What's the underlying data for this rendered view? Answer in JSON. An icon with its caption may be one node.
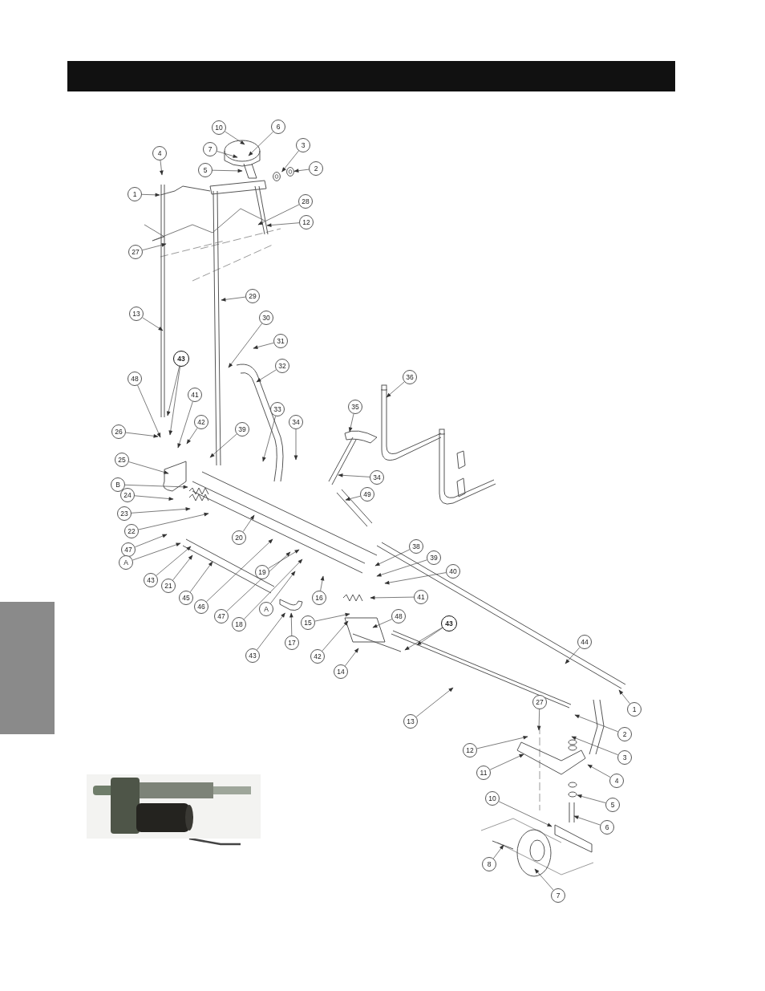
{
  "diagram": {
    "nodes": [
      {
        "text": [
          "10"
        ]
      },
      {
        "text": [
          "6"
        ]
      },
      {
        "text": [
          "3"
        ]
      },
      {
        "text": [
          "7"
        ]
      },
      {
        "text": [
          "4"
        ]
      },
      {
        "text": [
          "2"
        ]
      },
      {
        "text": [
          "5"
        ]
      },
      {
        "text": [
          "1"
        ]
      },
      {
        "text": [
          "28"
        ]
      },
      {
        "text": [
          "12"
        ]
      },
      {
        "text": [
          "27"
        ]
      },
      {
        "text": [
          "29"
        ]
      },
      {
        "text": [
          "13"
        ]
      },
      {
        "text": [
          "30"
        ]
      },
      {
        "text": [
          "31"
        ]
      },
      {
        "text": [
          "43"
        ]
      },
      {
        "text": [
          "32"
        ]
      },
      {
        "text": [
          "36"
        ]
      },
      {
        "text": [
          "48"
        ]
      },
      {
        "text": [
          "41"
        ]
      },
      {
        "text": [
          "35"
        ]
      },
      {
        "text": [
          "33"
        ]
      },
      {
        "text": [
          "34"
        ]
      },
      {
        "text": [
          "42"
        ]
      },
      {
        "text": [
          "39"
        ]
      },
      {
        "text": [
          "26"
        ]
      },
      {
        "text": [
          "25"
        ]
      },
      {
        "text": [
          "34"
        ]
      },
      {
        "text": [
          "B"
        ]
      },
      {
        "text": [
          "49"
        ]
      },
      {
        "text": [
          "24"
        ]
      },
      {
        "text": [
          "23"
        ]
      },
      {
        "text": [
          "22"
        ]
      },
      {
        "text": [
          "20"
        ]
      },
      {
        "text": [
          "38"
        ]
      },
      {
        "text": [
          "47"
        ]
      },
      {
        "text": [
          "39"
        ]
      },
      {
        "text": [
          "A"
        ]
      },
      {
        "text": [
          "40"
        ]
      },
      {
        "text": [
          "19"
        ]
      },
      {
        "text": [
          "43"
        ]
      },
      {
        "text": [
          "21"
        ]
      },
      {
        "text": [
          "45"
        ]
      },
      {
        "text": [
          "41"
        ]
      },
      {
        "text": [
          "16"
        ]
      },
      {
        "text": [
          "46"
        ]
      },
      {
        "text": [
          "A"
        ]
      },
      {
        "text": [
          "47"
        ]
      },
      {
        "text": [
          "48"
        ]
      },
      {
        "text": [
          "15"
        ]
      },
      {
        "text": [
          "43"
        ]
      },
      {
        "text": [
          "18"
        ]
      },
      {
        "text": [
          "44"
        ]
      },
      {
        "text": [
          "17"
        ]
      },
      {
        "text": [
          "43"
        ]
      },
      {
        "text": [
          "42"
        ]
      },
      {
        "text": [
          "14"
        ]
      },
      {
        "text": [
          "27"
        ]
      },
      {
        "text": [
          "1"
        ]
      },
      {
        "text": [
          "13"
        ]
      },
      {
        "text": [
          "2"
        ]
      },
      {
        "text": [
          "12"
        ]
      },
      {
        "text": [
          "3"
        ]
      },
      {
        "text": [
          "11"
        ]
      },
      {
        "text": [
          "4"
        ]
      },
      {
        "text": [
          "10"
        ]
      },
      {
        "text": [
          "5"
        ]
      },
      {
        "text": [
          "6"
        ]
      },
      {
        "text": [],
        "shape": "picture"
      },
      {
        "text": [
          "8"
        ]
      },
      {
        "text": [
          "7"
        ]
      },
      {
        "text": [],
        "shape": "bar"
      },
      {
        "text": [],
        "shape": "picture"
      },
      {
        "text": [],
        "shape": "picture"
      },
      {
        "text": [],
        "shape": "picture"
      }
    ],
    "edges": [
      {
        "from": 0,
        "to": null,
        "arrow": "to"
      },
      {
        "from": 1,
        "to": null,
        "arrow": "to"
      },
      {
        "from": 2,
        "to": 74,
        "arrow": "to"
      },
      {
        "from": 3,
        "to": null,
        "arrow": "to"
      },
      {
        "from": 4,
        "to": null,
        "arrow": "to"
      },
      {
        "from": 5,
        "to": 73,
        "arrow": "to"
      },
      {
        "from": 6,
        "to": null,
        "arrow": "to"
      },
      {
        "from": 7,
        "to": null,
        "arrow": "to"
      },
      {
        "from": 8,
        "to": null,
        "arrow": "to"
      },
      {
        "from": 9,
        "to": null,
        "arrow": "to"
      },
      {
        "from": 10,
        "to": null,
        "arrow": "to"
      },
      {
        "from": 11,
        "to": null,
        "arrow": "to"
      },
      {
        "from": 12,
        "to": null,
        "arrow": "to"
      },
      {
        "from": 13,
        "to": null,
        "arrow": "to"
      },
      {
        "from": 14,
        "to": null,
        "arrow": "to"
      },
      {
        "from": 15,
        "to": null,
        "arrow": "to"
      },
      {
        "from": 15,
        "to": null,
        "arrow": "to"
      },
      {
        "from": 16,
        "to": null,
        "arrow": "to"
      },
      {
        "from": 17,
        "to": null,
        "arrow": "to"
      },
      {
        "from": 18,
        "to": null,
        "arrow": "to"
      },
      {
        "from": 19,
        "to": null,
        "arrow": "to"
      },
      {
        "from": 20,
        "to": null,
        "arrow": "to"
      },
      {
        "from": 21,
        "to": null,
        "arrow": "to"
      },
      {
        "from": 22,
        "to": null,
        "arrow": "to"
      },
      {
        "from": 23,
        "to": null,
        "arrow": "to"
      },
      {
        "from": 24,
        "to": null,
        "arrow": "to"
      },
      {
        "from": 25,
        "to": null,
        "arrow": "to"
      },
      {
        "from": 26,
        "to": null,
        "arrow": "to"
      },
      {
        "from": 27,
        "to": null,
        "arrow": "to"
      },
      {
        "from": 28,
        "to": null,
        "arrow": "to"
      },
      {
        "from": 29,
        "to": null,
        "arrow": "to"
      },
      {
        "from": 30,
        "to": null,
        "arrow": "to"
      },
      {
        "from": 31,
        "to": null,
        "arrow": "to"
      },
      {
        "from": 32,
        "to": null,
        "arrow": "to"
      },
      {
        "from": 33,
        "to": null,
        "arrow": "to"
      },
      {
        "from": 34,
        "to": null,
        "arrow": "to"
      },
      {
        "from": 35,
        "to": null,
        "arrow": "to"
      },
      {
        "from": 36,
        "to": null,
        "arrow": "to"
      },
      {
        "from": 37,
        "to": null,
        "arrow": "to"
      },
      {
        "from": 38,
        "to": null,
        "arrow": "to"
      },
      {
        "from": 39,
        "to": null,
        "arrow": "to"
      },
      {
        "from": 40,
        "to": null,
        "arrow": "to"
      },
      {
        "from": 41,
        "to": null,
        "arrow": "to"
      },
      {
        "from": 42,
        "to": null,
        "arrow": "to"
      },
      {
        "from": 43,
        "to": null,
        "arrow": "to"
      },
      {
        "from": 44,
        "to": null,
        "arrow": "to"
      },
      {
        "from": 45,
        "to": null,
        "arrow": "to"
      },
      {
        "from": 46,
        "to": null,
        "arrow": "to"
      },
      {
        "from": 47,
        "to": null,
        "arrow": "to"
      },
      {
        "from": 48,
        "to": null,
        "arrow": "to"
      },
      {
        "from": 49,
        "to": null,
        "arrow": "to"
      },
      {
        "from": 50,
        "to": null,
        "arrow": "to"
      },
      {
        "from": 50,
        "to": null,
        "arrow": "to"
      },
      {
        "from": 51,
        "to": null,
        "arrow": "to"
      },
      {
        "from": 52,
        "to": null,
        "arrow": "to"
      },
      {
        "from": 53,
        "to": 72,
        "arrow": "to"
      },
      {
        "from": 54,
        "to": 72,
        "arrow": "to"
      },
      {
        "from": 55,
        "to": null,
        "arrow": "to"
      },
      {
        "from": 56,
        "to": null,
        "arrow": "to"
      },
      {
        "from": 57,
        "to": null,
        "arrow": "to"
      },
      {
        "from": 58,
        "to": null,
        "arrow": "to"
      },
      {
        "from": 59,
        "to": null,
        "arrow": "to"
      },
      {
        "from": 60,
        "to": null,
        "arrow": "to"
      },
      {
        "from": 61,
        "to": null,
        "arrow": "to"
      },
      {
        "from": 62,
        "to": null,
        "arrow": "to"
      },
      {
        "from": 63,
        "to": null,
        "arrow": "to"
      },
      {
        "from": 64,
        "to": null,
        "arrow": "to"
      },
      {
        "from": 65,
        "to": null,
        "arrow": "to"
      },
      {
        "from": 66,
        "to": null,
        "arrow": "to"
      },
      {
        "from": 67,
        "to": null,
        "arrow": "to"
      },
      {
        "from": 68,
        "to": null,
        "arrow": "none",
        "style": "thick"
      },
      {
        "from": 69,
        "to": null,
        "arrow": "to"
      },
      {
        "from": 70,
        "to": null,
        "arrow": "to"
      }
    ]
  }
}
